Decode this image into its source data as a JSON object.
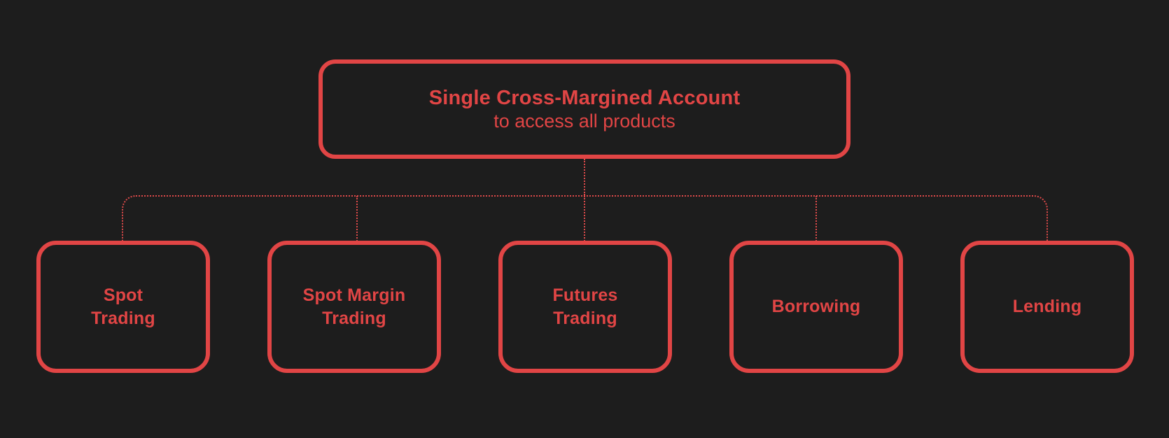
{
  "theme": {
    "background": "#1d1d1d",
    "accent": "#e14545",
    "connector": "#dd4a4a"
  },
  "diagram": {
    "root": {
      "title": "Single Cross-Margined Account",
      "subtitle": "to access all products"
    },
    "children": [
      {
        "label": "Spot\nTrading"
      },
      {
        "label": "Spot Margin\nTrading"
      },
      {
        "label": "Futures\nTrading"
      },
      {
        "label": "Borrowing"
      },
      {
        "label": "Lending"
      }
    ]
  }
}
